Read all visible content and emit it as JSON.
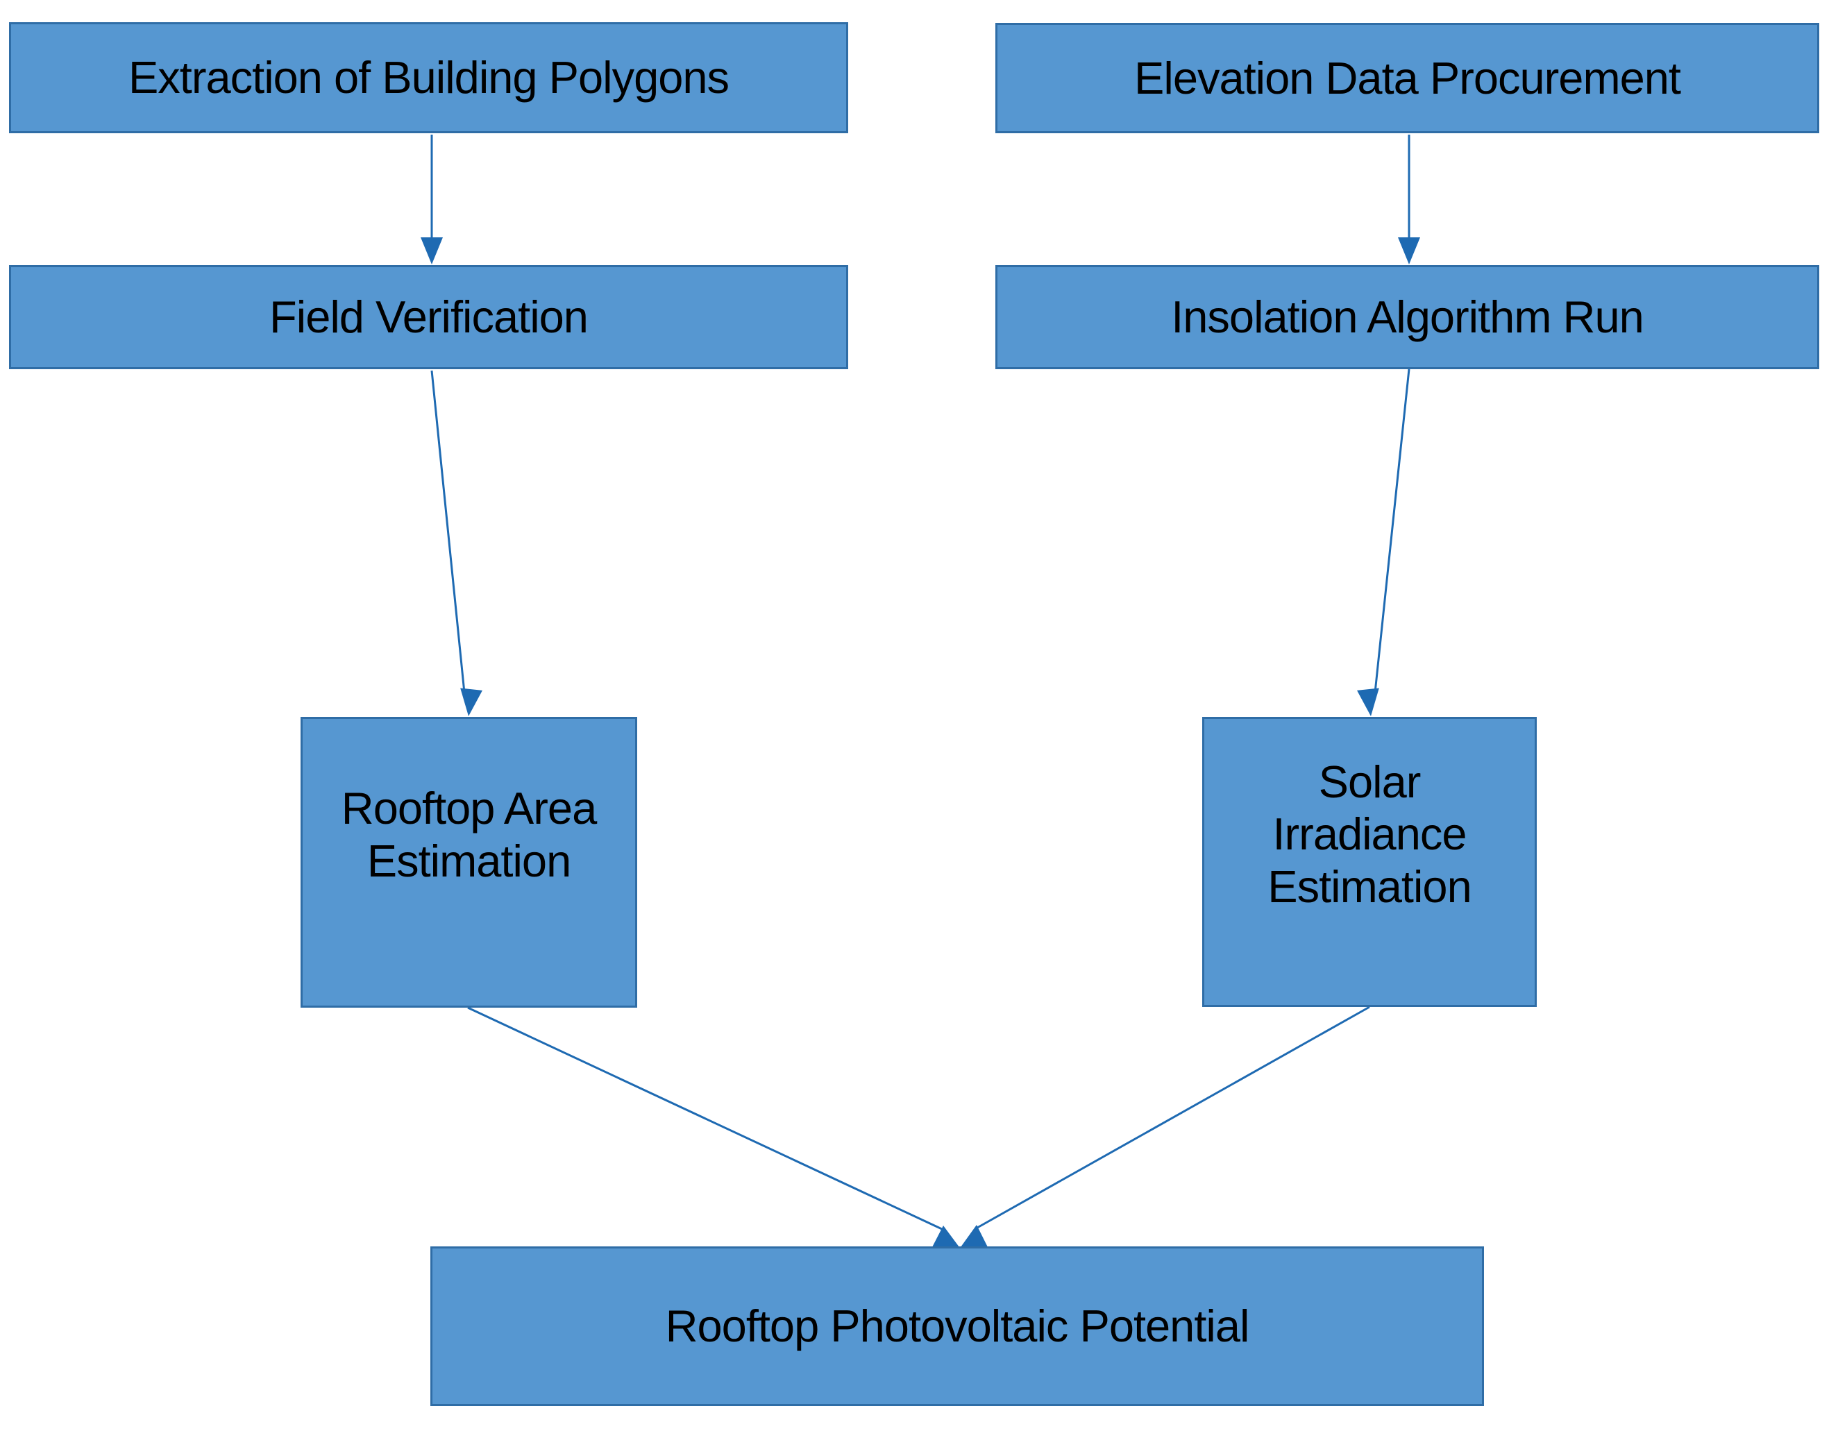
{
  "colors": {
    "node_fill": "#5697D1",
    "node_border": "#2F6DA6",
    "arrow": "#1E6AB2",
    "text": "#000000",
    "background": "#FFFFFF"
  },
  "nodes": [
    {
      "id": "extraction-of-building-polygons",
      "label": "Extraction of Building Polygons"
    },
    {
      "id": "elevation-data-procurement",
      "label": "Elevation Data Procurement"
    },
    {
      "id": "field-verification",
      "label": "Field Verification"
    },
    {
      "id": "insolation-algorithm-run",
      "label": "Insolation Algorithm Run"
    },
    {
      "id": "rooftop-area-estimation",
      "label": "Rooftop Area Estimation"
    },
    {
      "id": "solar-irradiance-estimation",
      "label": "Solar Irradiance Estimation"
    },
    {
      "id": "rooftop-photovoltaic-potential",
      "label": "Rooftop Photovoltaic Potential"
    }
  ],
  "edges": [
    {
      "from": "extraction-of-building-polygons",
      "to": "field-verification"
    },
    {
      "from": "elevation-data-procurement",
      "to": "insolation-algorithm-run"
    },
    {
      "from": "field-verification",
      "to": "rooftop-area-estimation"
    },
    {
      "from": "insolation-algorithm-run",
      "to": "solar-irradiance-estimation"
    },
    {
      "from": "rooftop-area-estimation",
      "to": "rooftop-photovoltaic-potential"
    },
    {
      "from": "solar-irradiance-estimation",
      "to": "rooftop-photovoltaic-potential"
    }
  ]
}
